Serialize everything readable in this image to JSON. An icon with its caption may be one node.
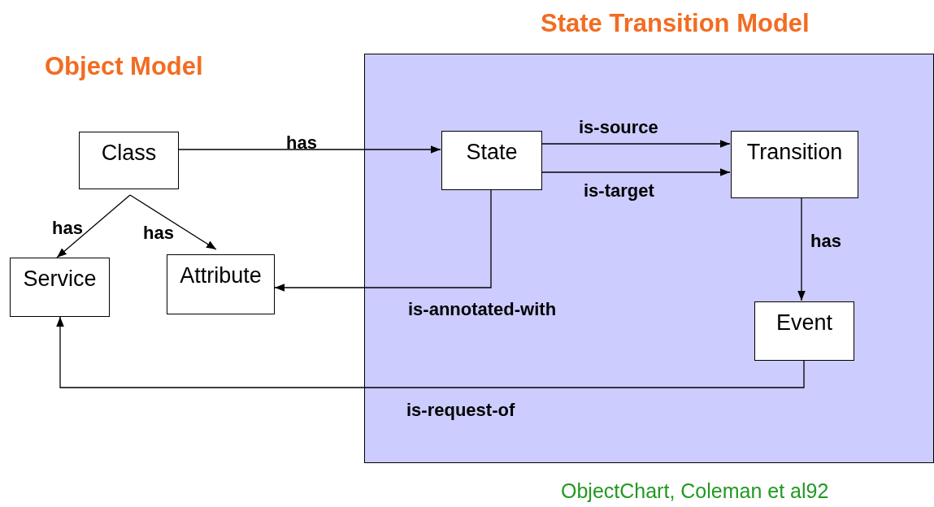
{
  "diagram": {
    "caption": "ObjectChart, Coleman et al92",
    "nodes": [
      {
        "text": [
          "State Transition Model"
        ]
      },
      {
        "text": [
          "Class"
        ]
      },
      {
        "text": [
          "Service"
        ]
      },
      {
        "text": [
          "Attribute"
        ]
      },
      {
        "text": [
          "State"
        ],
        "in": 0
      },
      {
        "text": [
          "Transition"
        ],
        "in": 0
      },
      {
        "text": [
          "Event"
        ],
        "in": 0
      }
    ],
    "edges": [
      {
        "from": 1,
        "to": 4,
        "arrow": "to",
        "label": "has"
      },
      {
        "from": 1,
        "to": 2,
        "arrow": "to",
        "label": "has"
      },
      {
        "from": 1,
        "to": 3,
        "arrow": "to",
        "label": "has"
      },
      {
        "from": 4,
        "to": 5,
        "arrow": "to",
        "label": "is-source"
      },
      {
        "from": 4,
        "to": 5,
        "arrow": "to",
        "label": "is-target"
      },
      {
        "from": 5,
        "to": 6,
        "arrow": "to",
        "label": "has"
      },
      {
        "from": 4,
        "to": 3,
        "arrow": "to",
        "label": "is-annotated-with"
      },
      {
        "from": 6,
        "to": 2,
        "arrow": "to",
        "label": "is-request-of"
      }
    ],
    "labels": [
      "Object Model"
    ]
  }
}
